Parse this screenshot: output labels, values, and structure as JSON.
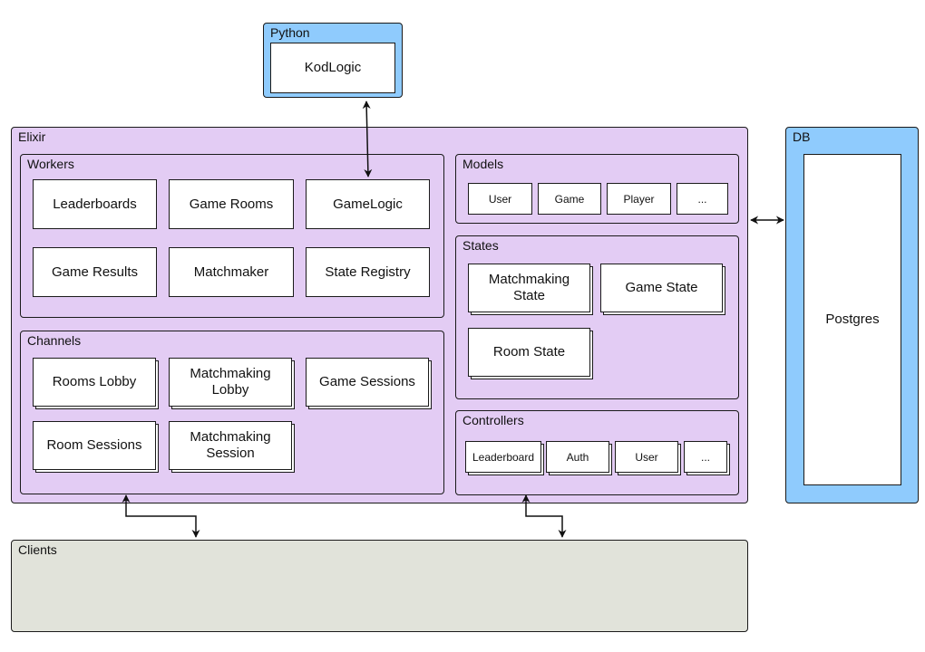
{
  "python": {
    "title": "Python",
    "items": {
      "kodlogic": "KodLogic"
    }
  },
  "elixir": {
    "title": "Elixir",
    "workers": {
      "title": "Workers",
      "items": {
        "leaderboards": "Leaderboards",
        "game_rooms": "Game Rooms",
        "gamelogic": "GameLogic",
        "game_results": "Game Results",
        "matchmaker": "Matchmaker",
        "state_registry": "State Registry"
      }
    },
    "channels": {
      "title": "Channels",
      "items": {
        "rooms_lobby": "Rooms Lobby",
        "matchmaking_lobby": "Matchmaking Lobby",
        "game_sessions": "Game Sessions",
        "room_sessions": "Room Sessions",
        "matchmaking_session": "Matchmaking Session"
      }
    },
    "models": {
      "title": "Models",
      "items": {
        "user": "User",
        "game": "Game",
        "player": "Player",
        "more": "..."
      }
    },
    "states": {
      "title": "States",
      "items": {
        "matchmaking_state": "Matchmaking State",
        "game_state": "Game State",
        "room_state": "Room State"
      }
    },
    "controllers": {
      "title": "Controllers",
      "items": {
        "leaderboard": "Leaderboard",
        "auth": "Auth",
        "user": "User",
        "more": "..."
      }
    }
  },
  "db": {
    "title": "DB",
    "items": {
      "postgres": "Postgres"
    }
  },
  "clients": {
    "title": "Clients"
  },
  "colors": {
    "python_db": "#8fcbfd",
    "elixir": "#e3ccf4",
    "clients": "#e1e3da",
    "box": "#ffffff",
    "line": "#1a1a1a"
  }
}
